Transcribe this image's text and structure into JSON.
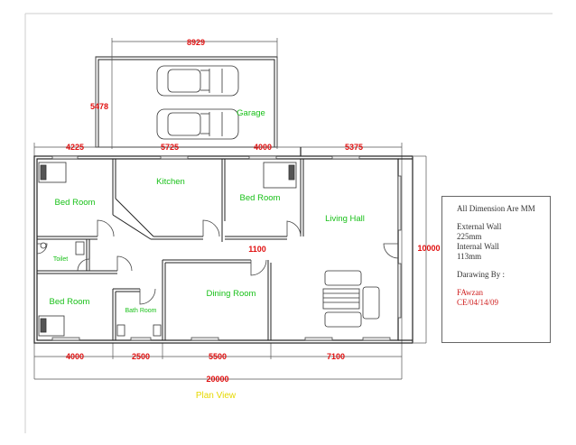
{
  "dimensions": {
    "garage_width": "8929",
    "garage_depth": "5478",
    "top_seg1": "4225",
    "top_seg2": "5725",
    "top_seg3": "4000",
    "top_seg4": "5375",
    "right_depth": "10000",
    "bottom_seg1": "4000",
    "bottom_seg2": "2500",
    "bottom_seg3": "5500",
    "bottom_seg4": "7100",
    "total_width": "20000",
    "corridor": "1100"
  },
  "rooms": {
    "garage": "Garage",
    "kitchen": "Kitchen",
    "bed_room_1": "Bed Room",
    "bed_room_2": "Bed Room",
    "bed_room_3": "Bed Room",
    "living_hall": "Living Hall",
    "dining_room": "Dining Room",
    "toilet": "Toilet",
    "bath_room": "Bath Room"
  },
  "plan_title": "Plan View",
  "info": {
    "line1": "All Dimension Are MM",
    "line2": "External Wall",
    "line3": "225mm",
    "line4": "Internal Wall",
    "line5": "113mm",
    "line6": "Darawing By :",
    "line7": "FAwzan",
    "line8": "CE/04/14/09"
  },
  "colors": {
    "wall": "#222222",
    "dimension": "#e01010",
    "room_label": "#18c018",
    "title": "#e6d800"
  }
}
